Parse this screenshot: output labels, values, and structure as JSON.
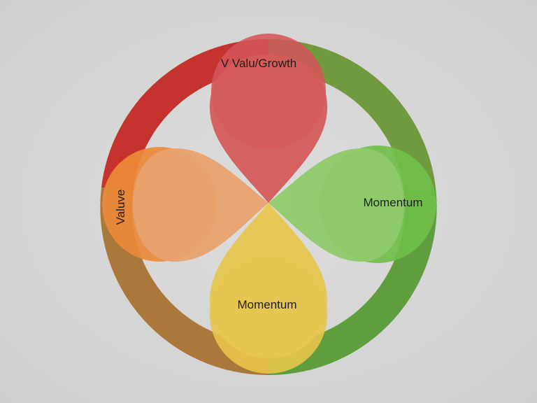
{
  "diagram": {
    "labels": {
      "top": "V Valu/Growth",
      "left": "Valuve",
      "right": "Momentum",
      "bottom": "Momentum"
    },
    "colors": {
      "background": "#d6d6d6",
      "ring_red": "#c4342f",
      "ring_green": "#6aa43c",
      "ring_orange": "#e08a3a",
      "ring_olive": "#8a8a3a",
      "petal_red": "#d45c5a",
      "petal_orange": "#e8a26a",
      "petal_green": "#8ec96a",
      "petal_yellow": "#e6c64e",
      "circle_orange": "#ea8a3a",
      "circle_green": "#6fbf4a"
    }
  }
}
